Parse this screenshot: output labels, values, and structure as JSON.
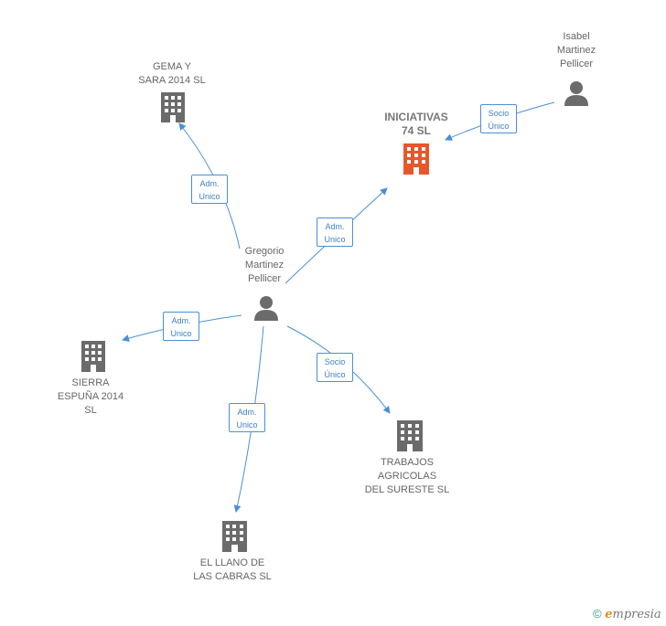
{
  "nodes": {
    "gema": {
      "label_lines": [
        "GEMA Y",
        "SARA 2014  SL"
      ]
    },
    "iniciativas": {
      "label_lines": [
        "INICIATIVAS",
        "74  SL"
      ]
    },
    "isabel": {
      "label_lines": [
        "Isabel",
        "Martinez",
        "Pellicer"
      ]
    },
    "gregorio": {
      "label_lines": [
        "Gregorio",
        "Martinez",
        "Pellicer"
      ]
    },
    "sierra": {
      "label_lines": [
        "SIERRA",
        "ESPUÑA 2014",
        "SL"
      ]
    },
    "trabajos": {
      "label_lines": [
        "TRABAJOS",
        "AGRICOLAS",
        "DEL SURESTE SL"
      ]
    },
    "llano": {
      "label_lines": [
        "EL LLANO DE",
        "LAS CABRAS SL"
      ]
    }
  },
  "edges": [
    {
      "id": "gregorio-gema",
      "line1": "Adm.",
      "line2": "Unico"
    },
    {
      "id": "gregorio-iniciativas",
      "line1": "Adm.",
      "line2": "Unico"
    },
    {
      "id": "isabel-iniciativas",
      "line1": "Socio",
      "line2": "Único"
    },
    {
      "id": "gregorio-sierra",
      "line1": "Adm.",
      "line2": "Unico"
    },
    {
      "id": "gregorio-llano",
      "line1": "Adm.",
      "line2": "Unico"
    },
    {
      "id": "gregorio-trabajos",
      "line1": "Socio",
      "line2": "Único"
    }
  ],
  "colors": {
    "edge": "#4a8fd6",
    "building": "#6b6b6b",
    "building_highlight": "#e8562b",
    "person": "#6b6b6b"
  },
  "footer": {
    "copyright": "©",
    "brand_initial": "e",
    "brand_rest": "mpresia"
  }
}
